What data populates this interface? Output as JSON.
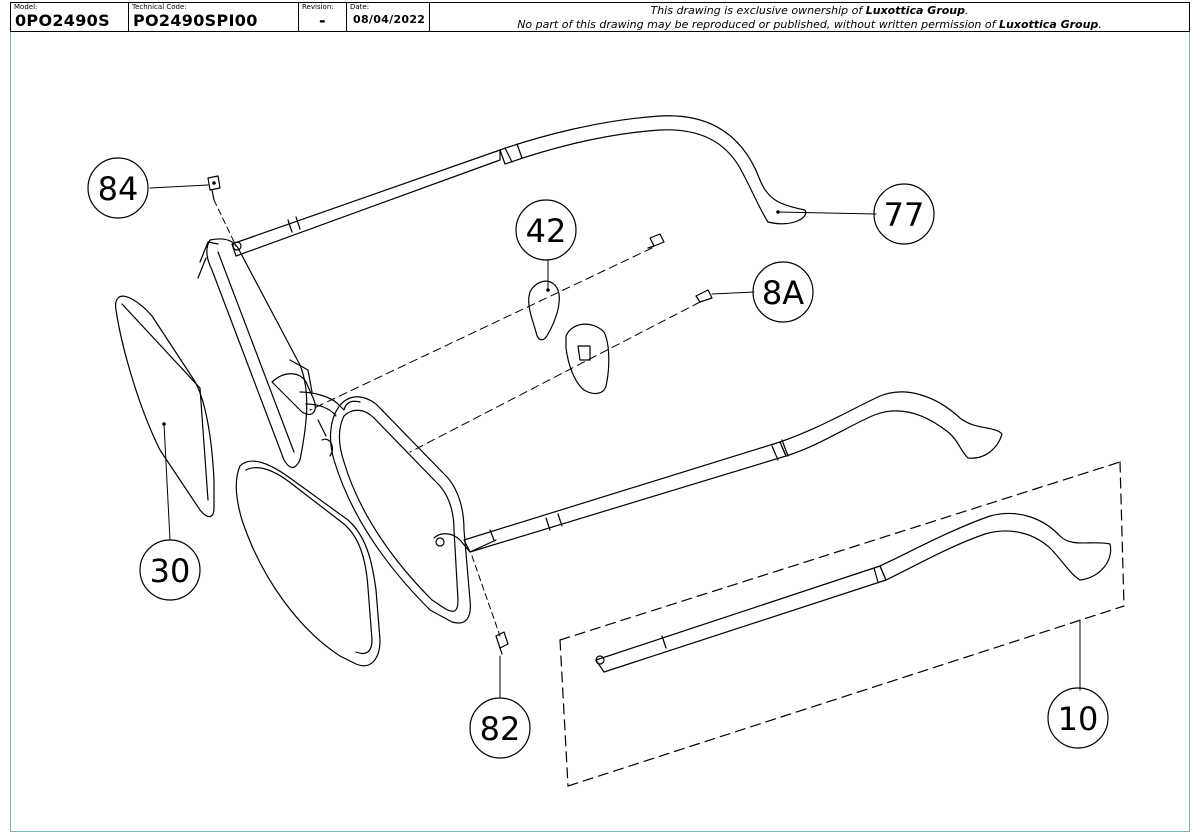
{
  "title_block": {
    "model_caption": "Model:",
    "model": "0PO2490S",
    "technical_code_caption": "Technical Code:",
    "technical_code": "PO2490SPI00",
    "revision_caption": "Revision:",
    "revision": "-",
    "date_caption": "Date:",
    "date": "08/04/2022",
    "notice_line1_a": "This drawing is exclusive ownership of ",
    "notice_line1_b": "Luxottica Group",
    "notice_line1_c": ".",
    "notice_line2_a": "No part of this drawing may be reproduced or published, without written permission of ",
    "notice_line2_b": "Luxottica Group",
    "notice_line2_c": "."
  },
  "callouts": {
    "temple_right": "77",
    "hinge_screw_top": "84",
    "nose_pad": "42",
    "pad_screw": "8A",
    "lens": "30",
    "hinge_screw_bottom": "82",
    "temple_left": "10"
  },
  "colors": {
    "line": "#000000",
    "border_frame": "#7fb7b7"
  }
}
